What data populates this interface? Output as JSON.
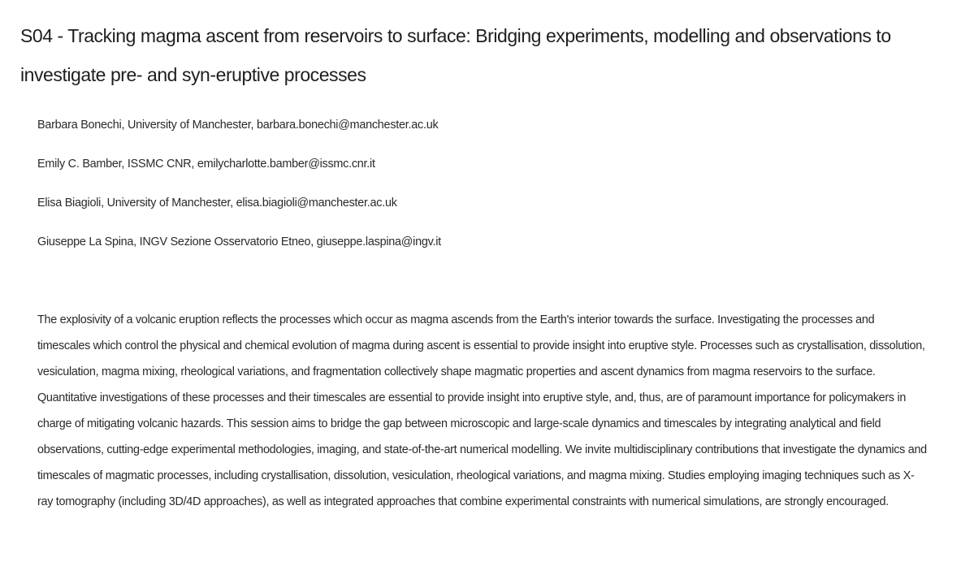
{
  "session": {
    "title": "S04 - Tracking magma ascent from reservoirs to surface: Bridging experiments, modelling and observations to investigate pre- and syn-eruptive processes"
  },
  "conveners": [
    "Barbara Bonechi, University of Manchester, barbara.bonechi@manchester.ac.uk",
    "Emily C. Bamber, ISSMC CNR, emilycharlotte.bamber@issmc.cnr.it",
    "Elisa Biagioli, University of Manchester, elisa.biagioli@manchester.ac.uk",
    "Giuseppe La Spina, INGV Sezione Osservatorio Etneo, giuseppe.laspina@ingv.it"
  ],
  "abstract": "The explosivity of a volcanic eruption reflects the processes which occur as magma ascends from the Earth's interior towards the surface. Investigating the processes and timescales which control the physical and chemical evolution of magma during ascent is essential to provide insight into eruptive style. Processes such as crystallisation, dissolution, vesiculation, magma mixing, rheological variations, and fragmentation collectively shape magmatic properties and ascent dynamics from magma reservoirs to the surface. Quantitative investigations of these processes and their timescales are essential to provide insight into eruptive style, and, thus, are of paramount importance for policymakers in charge of mitigating volcanic hazards. This session aims to bridge the gap between microscopic and large-scale dynamics and timescales by integrating analytical and field observations, cutting-edge experimental methodologies, imaging, and state-of-the-art numerical modelling. We invite multidisciplinary contributions that investigate the dynamics and timescales of magmatic processes, including crystallisation, dissolution, vesiculation, rheological variations, and magma mixing. Studies employing imaging techniques such as X-ray tomography (including 3D/4D approaches), as well as integrated approaches that combine experimental constraints with numerical simulations, are strongly encouraged."
}
